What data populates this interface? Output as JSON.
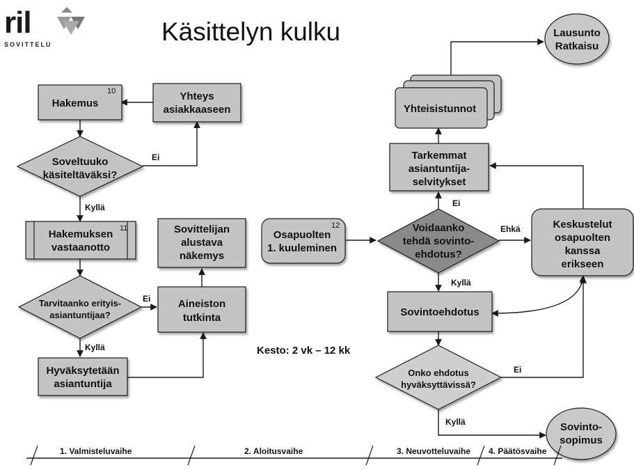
{
  "logo": {
    "mark": "ril",
    "sub": "SOVITTELU"
  },
  "title": "Käsittelyn kulku",
  "boxes": {
    "hakemus": "Hakemus",
    "yhteys": [
      "Yhteys",
      "asiakkaaseen"
    ],
    "vastaanotto": [
      "Hakemuksen",
      "vastaanotto"
    ],
    "hyvaksytetaan": [
      "Hyväksytetään",
      "asiantuntija"
    ],
    "aineiston": [
      "Aineiston",
      "tutkinta"
    ],
    "sovittelijan": [
      "Sovittelijan",
      "alustava",
      "näkemys"
    ],
    "osapuolten": [
      "Osapuolten",
      "1. kuuleminen"
    ],
    "tarkemmat": [
      "Tarkemmat",
      "asiantuntija-",
      "selvitykset"
    ],
    "yhteisistunnot": "Yhteisistunnot",
    "keskustelut": [
      "Keskustelut",
      "osapuolten",
      "kanssa",
      "erikseen"
    ],
    "sovintoehdotus": "Sovintoehdotus"
  },
  "diamonds": {
    "soveltuuko": [
      "Soveltuuko",
      "käsiteltäväksi?"
    ],
    "tarvitaanko": [
      "Tarvitaanko erityis-",
      "asiantuntijaa?"
    ],
    "voidaanko": [
      "Voidaanko",
      "tehdä sovinto-",
      "ehdotus?"
    ],
    "onko": [
      "Onko ehdotus",
      "hyväksyttävissä?"
    ]
  },
  "ovals": {
    "lausunto": [
      "Lausunto",
      "Ratkaisu"
    ],
    "sovintosopimus": [
      "Sovinto-",
      "sopimus"
    ]
  },
  "badges": {
    "hakemus": "10",
    "vastaanotto": "11",
    "osapuolten": "12"
  },
  "edge_labels": {
    "ei_1": "Ei",
    "kylla_1": "Kyllä",
    "ei_2": "Ei",
    "kylla_2": "Kyllä",
    "ei_3": "Ei",
    "ehka": "Ehkä",
    "kylla_3": "Kyllä",
    "ei_4": "Ei",
    "kylla_4": "Kyllä"
  },
  "duration": "Kesto: 2 vk – 12 kk",
  "phases": [
    "1. Valmisteluvaihe",
    "2. Aloitusvaihe",
    "3. Neuvotteluvaihe",
    "4. Päätösvaihe"
  ],
  "colors": {
    "box_fill": "#c4c4c4",
    "decision_dark": "#8a8a8a",
    "decision_light": "#cfcfcf",
    "oval_fill": "#c9c9c9",
    "line": "#1a1a1a"
  }
}
